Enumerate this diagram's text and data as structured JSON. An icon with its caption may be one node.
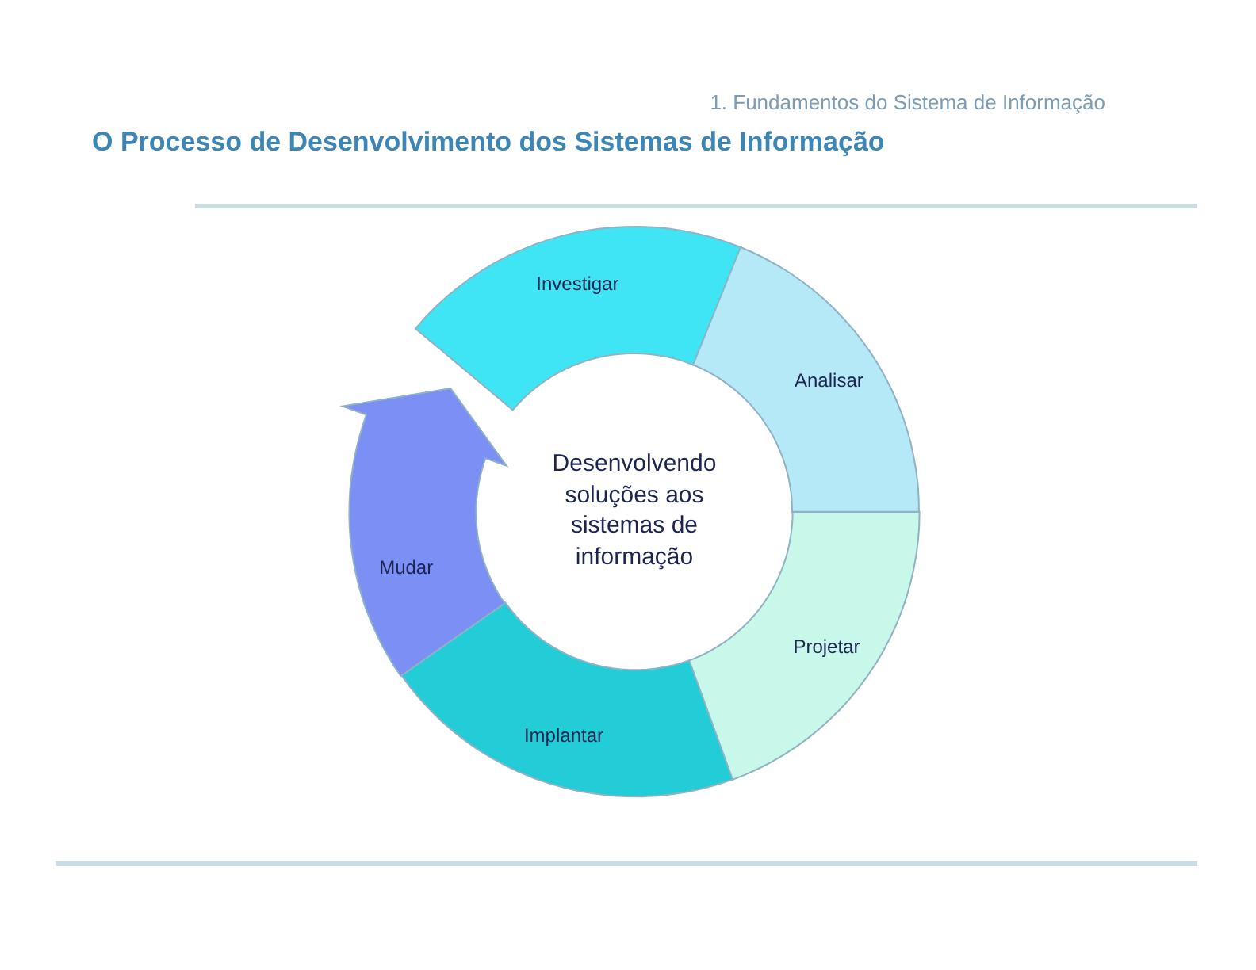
{
  "diagram": {
    "title": "O Processo de Desenvolvimento dos Sistemas de Informação",
    "nodes": [
      {
        "text": [
          "Desenvolvendo soluções aos sistemas de informação"
        ]
      },
      {
        "text": [
          "Investigar"
        ]
      },
      {
        "text": [
          "Analisar"
        ]
      },
      {
        "text": [
          "Projetar"
        ]
      },
      {
        "text": [
          "Implantar"
        ]
      },
      {
        "text": [
          "Mudar"
        ]
      }
    ],
    "labels": [
      "1. Fundamentos do Sistema de Informação"
    ]
  }
}
